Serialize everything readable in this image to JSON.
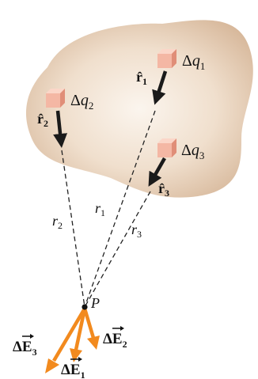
{
  "colors": {
    "blob_edge": "#d7b89b",
    "blob_center": "#f6ede3",
    "cube_front": "#f4b7a4",
    "cube_top": "#fbd6c8",
    "cube_side": "#e08e78",
    "vector_orange": "#f28a1e",
    "arrow_dark": "#1a1a1a",
    "dash": "#222222"
  },
  "charges": {
    "q1": {
      "delta": "Δ",
      "var": "q",
      "sub": "1",
      "unit_vec_label": "r̂",
      "unit_vec_sub": "1"
    },
    "q2": {
      "delta": "Δ",
      "var": "q",
      "sub": "2",
      "unit_vec_label": "r̂",
      "unit_vec_sub": "2"
    },
    "q3": {
      "delta": "Δ",
      "var": "q",
      "sub": "3",
      "unit_vec_label": "r̂",
      "unit_vec_sub": "3"
    }
  },
  "distances": {
    "r1": {
      "var": "r",
      "sub": "1"
    },
    "r2": {
      "var": "r",
      "sub": "2"
    },
    "r3": {
      "var": "r",
      "sub": "3"
    }
  },
  "point": {
    "label": "P"
  },
  "field_vectors": {
    "E1": {
      "delta": "Δ",
      "var": "E",
      "sub": "1"
    },
    "E2": {
      "delta": "Δ",
      "var": "E",
      "sub": "2"
    },
    "E3": {
      "delta": "Δ",
      "var": "E",
      "sub": "3"
    }
  }
}
